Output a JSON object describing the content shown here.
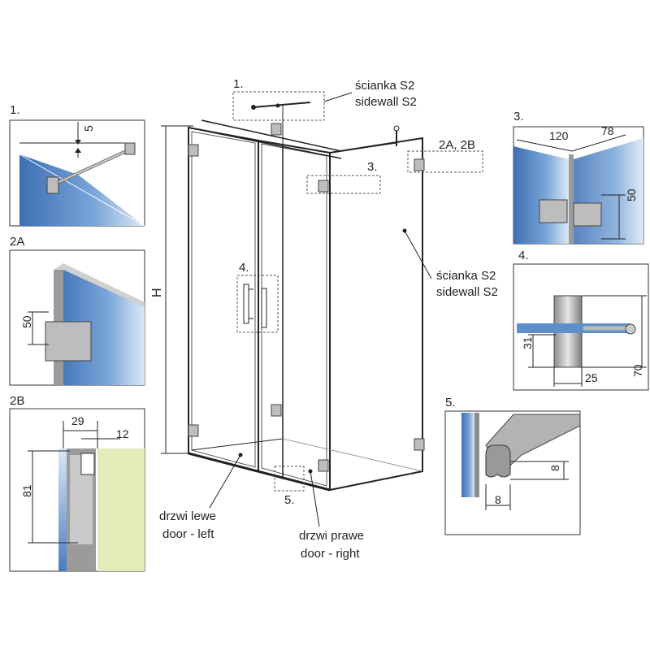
{
  "main": {
    "height_label": "H",
    "callouts": {
      "c1": "1.",
      "c3": "3.",
      "c4": "4.",
      "c5": "5.",
      "c2ab": "2A, 2B"
    },
    "sidewall_top": {
      "pl": "ścianka S2",
      "en": "sidewall S2"
    },
    "sidewall_right": {
      "pl": "ścianka S2",
      "en": "sidewall S2"
    },
    "door_left": {
      "pl": "drzwi lewe",
      "en": "door - left"
    },
    "door_right": {
      "pl": "drzwi prawe",
      "en": "door - right"
    }
  },
  "details": {
    "d1": {
      "title": "1.",
      "dims": [
        "5"
      ]
    },
    "d2a": {
      "title": "2A",
      "dims": [
        "50"
      ]
    },
    "d2b": {
      "title": "2B",
      "dims": [
        "29",
        "12",
        "81"
      ]
    },
    "d3": {
      "title": "3.",
      "dims": [
        "120",
        "78",
        "50"
      ]
    },
    "d4": {
      "title": "4.",
      "dims": [
        "31",
        "25",
        "70"
      ]
    },
    "d5": {
      "title": "5.",
      "dims": [
        "8",
        "8"
      ]
    }
  },
  "colors": {
    "glass": "#5f8fc8",
    "wall": "#e3ecb8",
    "metal": "#bdbdbd",
    "line": "#222222"
  }
}
